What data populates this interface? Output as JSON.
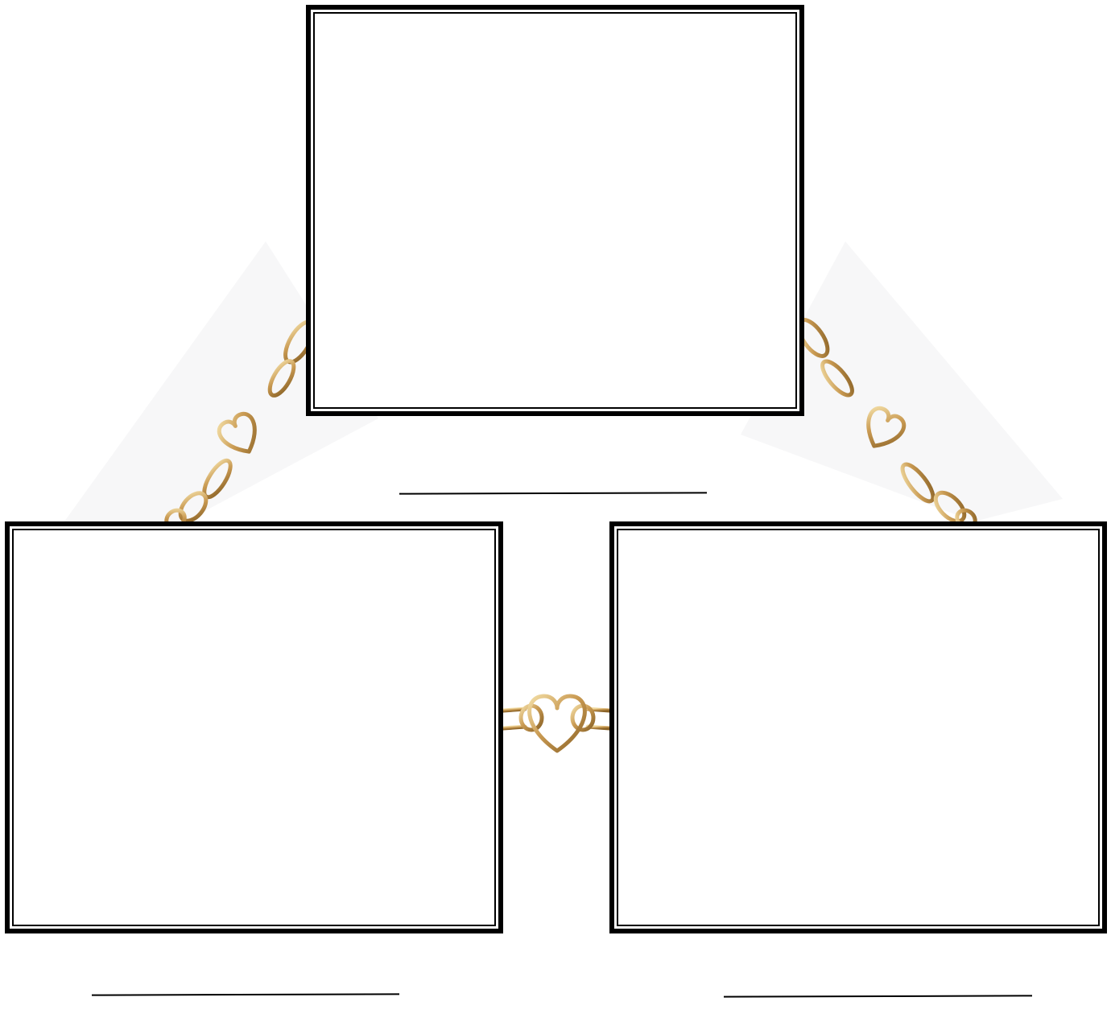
{
  "diagram": {
    "type": "chain-linked-frames",
    "frames": [
      {
        "id": "top",
        "label": ""
      },
      {
        "id": "bottom-left",
        "label": ""
      },
      {
        "id": "bottom-right",
        "label": ""
      }
    ],
    "connectors": [
      {
        "from": "top",
        "to": "bottom-left",
        "style": "gold-heart-chain"
      },
      {
        "from": "top",
        "to": "bottom-right",
        "style": "gold-heart-chain"
      },
      {
        "from": "bottom-left",
        "to": "bottom-right",
        "style": "gold-heart-link"
      }
    ]
  },
  "colors": {
    "frame_border": "#000000",
    "chain_gold": "#c99a52",
    "chain_dark": "#8a6226",
    "chain_light": "#f0d79a",
    "background_haze": "#f7f7f8"
  },
  "icons": [
    "heart-link-icon"
  ]
}
